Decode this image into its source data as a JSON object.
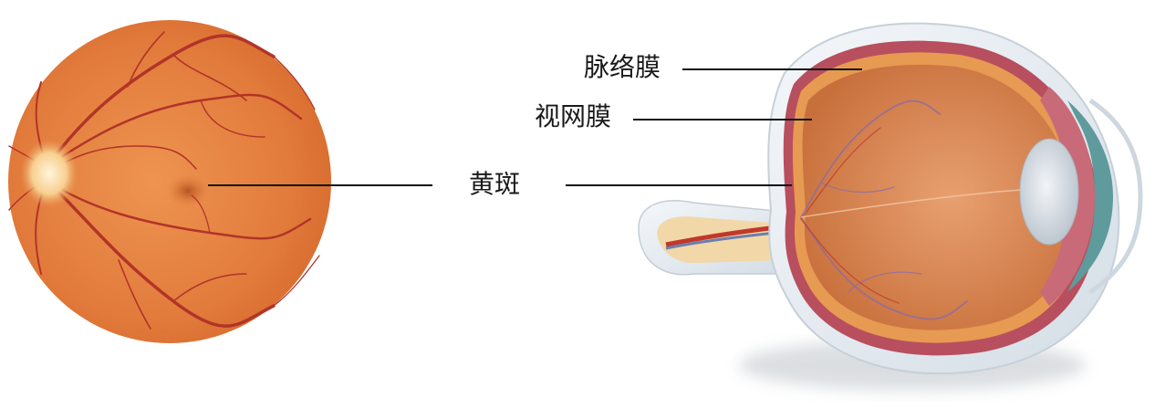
{
  "labels": {
    "choroid": "脉络膜",
    "retina": "视网膜",
    "macula": "黄斑"
  },
  "colors": {
    "fundus_base": "#e07a3a",
    "fundus_light": "#f0a060",
    "vessel": "#b8322a",
    "optic_disc": "#fbe3b8",
    "sclera": "#e8eef3",
    "eye_interior": "#d9844a",
    "choroid_layer": "#b24a5a",
    "iris": "#5f9a9c",
    "lens": "#d7dde3",
    "leader_line": "#111111"
  },
  "icons": [
    "fundus-image",
    "eye-cross-section"
  ]
}
